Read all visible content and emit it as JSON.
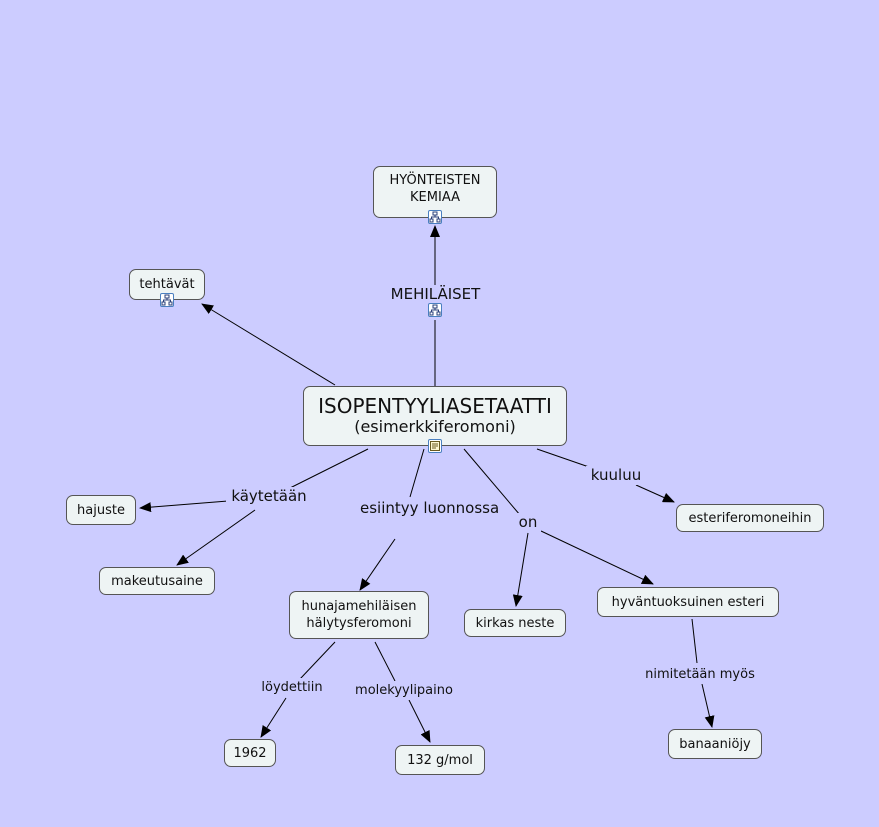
{
  "nodes": {
    "hyonteisten": {
      "lines": [
        "HYÖNTEISTEN",
        "KEMIAA"
      ]
    },
    "tehtavat": {
      "lines": [
        "tehtävät"
      ]
    },
    "main": {
      "lines": [
        "ISOPENTYYLIASETAATTI",
        "(esimerkkiferomoni)"
      ]
    },
    "hajuste": {
      "lines": [
        "hajuste"
      ]
    },
    "makeutusaine": {
      "lines": [
        "makeutusaine"
      ]
    },
    "hunajamehilaisen": {
      "lines": [
        "hunajamehiläisen",
        "hälytysferomoni"
      ]
    },
    "kirkas": {
      "lines": [
        "kirkas neste"
      ]
    },
    "hyvantuoksuinen": {
      "lines": [
        "hyväntuoksuinen esteri"
      ]
    },
    "esteriferomoneihin": {
      "lines": [
        "esteriferomoneihin"
      ]
    },
    "y1962": {
      "lines": [
        "1962"
      ]
    },
    "gmol": {
      "lines": [
        "132 g/mol"
      ]
    },
    "banaaniojy": {
      "lines": [
        "banaaniöjy"
      ]
    }
  },
  "link_labels": {
    "mehilaiset": {
      "lines": [
        "MEHILÄISET"
      ]
    },
    "kaytetaan": {
      "lines": [
        "käytetään"
      ]
    },
    "esiintyy": {
      "lines": [
        "esiintyy",
        "luonnossa"
      ]
    },
    "on": {
      "lines": [
        "on"
      ]
    },
    "kuuluu": {
      "lines": [
        "kuuluu"
      ]
    },
    "loydettiin": {
      "lines": [
        "löydettiin"
      ]
    },
    "molekyylipaino": {
      "lines": [
        "molekyylipaino"
      ]
    },
    "nimitetaan": {
      "lines": [
        "nimitetään myös"
      ]
    }
  },
  "icons": {
    "submap": "concept-map-icon",
    "resource": "document-icon"
  },
  "colors": {
    "background": "#ccccff",
    "node_fill": "#eef4f4",
    "node_border": "#555555",
    "line": "#000000"
  }
}
